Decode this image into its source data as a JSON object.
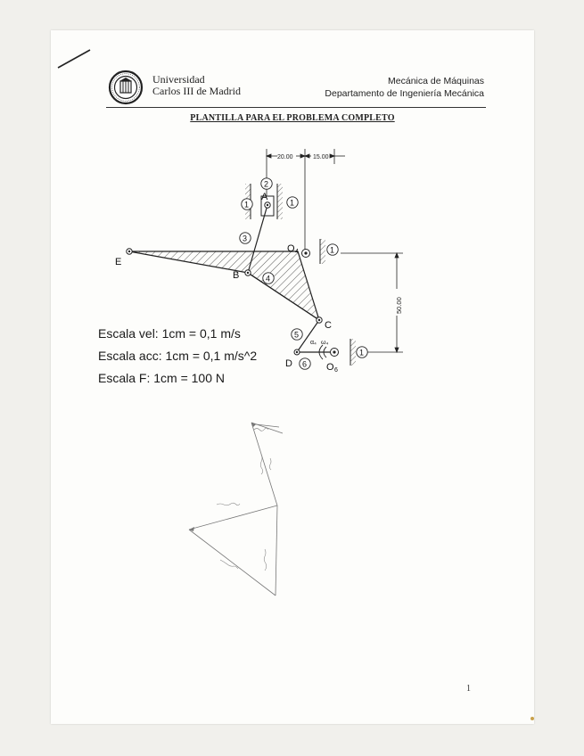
{
  "header": {
    "university_line1": "Universidad",
    "university_line2": "Carlos III de Madrid",
    "course": "Mecánica de Máquinas",
    "department": "Departamento de Ingeniería Mecánica"
  },
  "title": "PLANTILLA PARA EL PROBLEMA COMPLETO",
  "diagram": {
    "dim_top_left": "20.00",
    "dim_top_right": "15.00",
    "dim_vertical": "50.00",
    "points": {
      "A": "A",
      "B": "B",
      "C": "C",
      "D": "D",
      "E": "E",
      "O4": "O",
      "O6": "O"
    },
    "subscripts": {
      "O4": "4",
      "O6": "6"
    },
    "link_numbers": [
      "1",
      "1",
      "2",
      "3",
      "4",
      "1",
      "5",
      "6",
      "1"
    ],
    "alpha_label": "α₄",
    "omega_label": "ω₄"
  },
  "scales": {
    "vel": "Escala vel: 1cm = 0,1 m/s",
    "acc": "Escala acc: 1cm = 0,1 m/s^2",
    "force": "Escala F: 1cm = 100 N"
  },
  "page_number": "1",
  "colors": {
    "paper": "#fdfdfb",
    "ink": "#1a1a1a",
    "pencil": "#6a6a6a"
  }
}
